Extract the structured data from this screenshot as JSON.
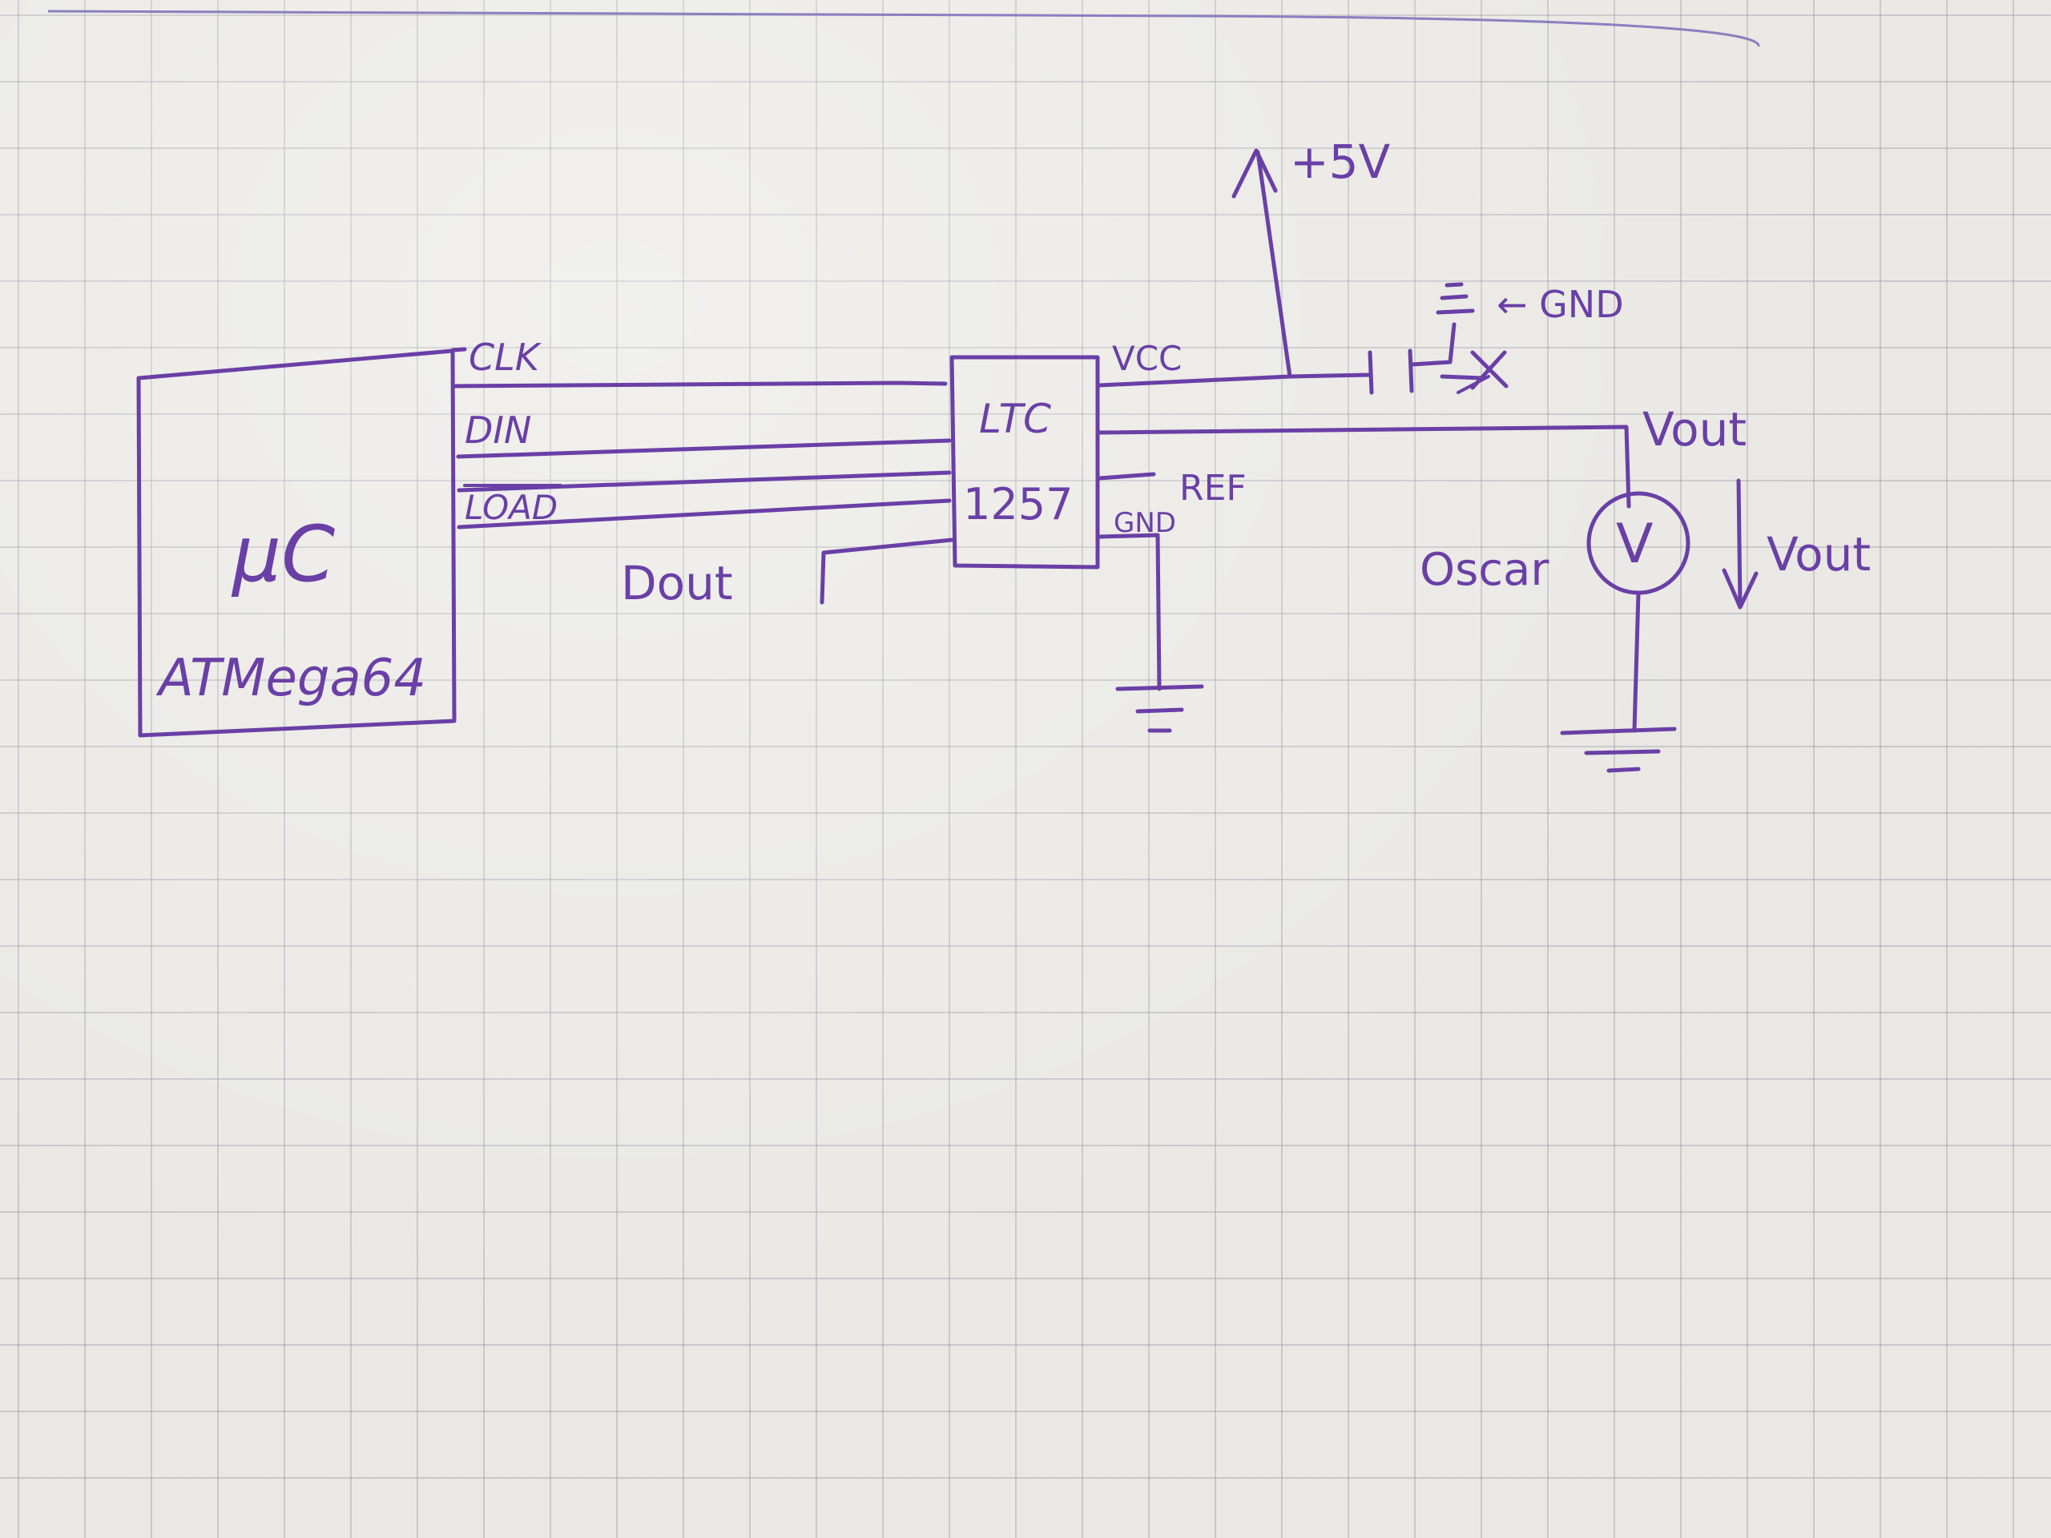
{
  "labels": {
    "mcu_symbol": "µC",
    "mcu_model": "ATMega64",
    "pin_clk": "CLK",
    "pin_din": "DIN",
    "pin_load": "LOAD",
    "ic_name": "LTC",
    "ic_number": "1257",
    "pin_vcc": "VCC",
    "pin_ref": "REF",
    "pin_gnd": "GND",
    "dout": "Dout",
    "supply": "+5V",
    "gnd_note": "← GND",
    "vout_node": "Vout",
    "vout_arrow": "Vout",
    "scope": "Oscar",
    "meter_symbol": "V"
  },
  "colors": {
    "ink": "#6a3fa6",
    "paper": "#e9e8e4",
    "grid": "#9a9aa4"
  }
}
